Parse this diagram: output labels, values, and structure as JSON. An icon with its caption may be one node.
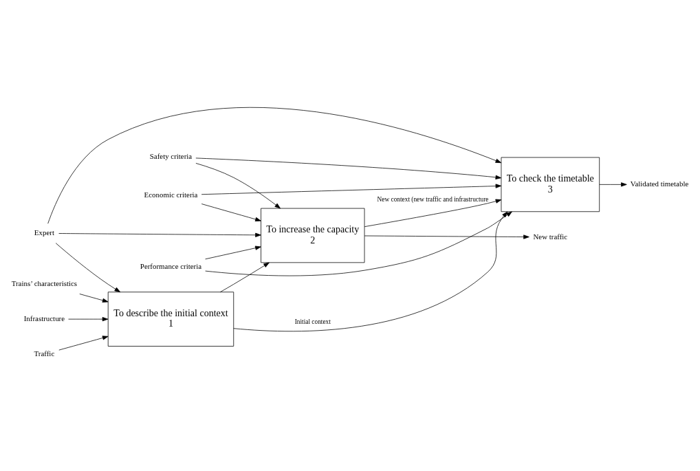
{
  "diagram": {
    "nodes": [
      {
        "text": [
          "To describe the initial context",
          "1"
        ]
      },
      {
        "text": [
          "To increase the capacity",
          "2"
        ]
      },
      {
        "text": [
          "To check the timetable",
          "3"
        ]
      },
      {
        "text": [
          "Trains’ characteristics"
        ]
      },
      {
        "text": [
          "Infrastructure"
        ]
      },
      {
        "text": [
          "Traffic"
        ]
      },
      {
        "text": [
          "Economic criteria"
        ]
      },
      {
        "text": [
          "Safety criteria"
        ]
      },
      {
        "text": [
          "Performance criteria"
        ]
      },
      {
        "text": [
          "New traffic"
        ]
      },
      {
        "text": [
          "Validated timetable"
        ]
      },
      {
        "text": [
          "Expert"
        ]
      }
    ],
    "edges": [
      {
        "from": 3,
        "to": 0,
        "arrow": "to"
      },
      {
        "from": 4,
        "to": 0,
        "arrow": "to"
      },
      {
        "from": 5,
        "to": 0,
        "arrow": "to"
      },
      {
        "from": 0,
        "to": 1,
        "arrow": "to"
      },
      {
        "from": 0,
        "to": 2,
        "arrow": "to",
        "label": "Initial context"
      },
      {
        "from": 6,
        "to": 1,
        "arrow": "to"
      },
      {
        "from": 6,
        "to": 2,
        "arrow": "to"
      },
      {
        "from": 7,
        "to": 1,
        "arrow": "to"
      },
      {
        "from": 7,
        "to": 2,
        "arrow": "to"
      },
      {
        "from": 8,
        "to": 1,
        "arrow": "to"
      },
      {
        "from": 8,
        "to": 2,
        "arrow": "to"
      },
      {
        "from": 1,
        "to": 9,
        "arrow": "to"
      },
      {
        "from": 1,
        "to": 2,
        "arrow": "to",
        "label": "New context (new traffic and infrastructure"
      },
      {
        "from": 2,
        "to": 10,
        "arrow": "to"
      },
      {
        "from": 11,
        "to": 1,
        "arrow": "to"
      },
      {
        "from": 11,
        "to": 0,
        "arrow": "to"
      },
      {
        "from": 11,
        "to": 2,
        "arrow": "to"
      }
    ]
  }
}
